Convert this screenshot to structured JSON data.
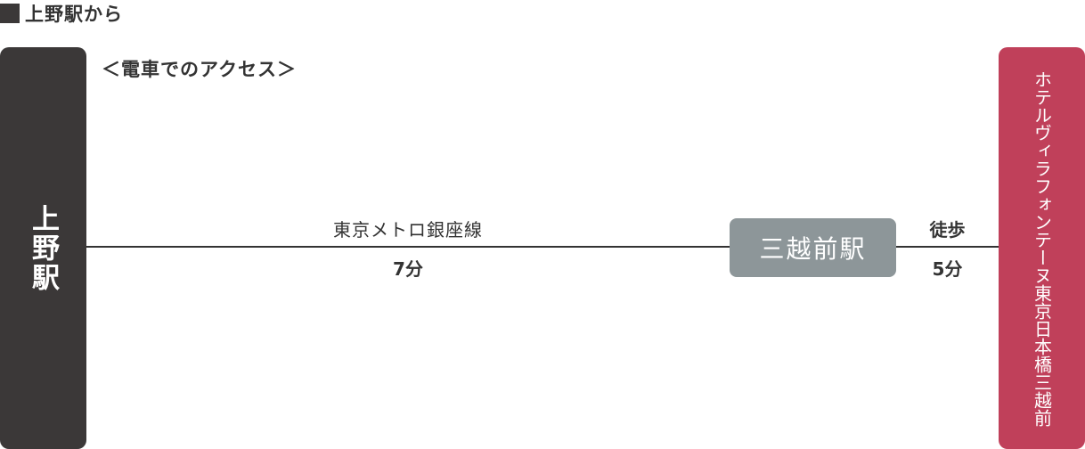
{
  "heading": {
    "text": "上野駅から"
  },
  "access_label": "＜電車でのアクセス＞",
  "origin": {
    "name": "上野駅"
  },
  "route": {
    "train_line": "東京メトロ銀座線",
    "train_time": "7分",
    "transfer_station": "三越前駅",
    "walk_mode": "徒歩",
    "walk_time": "5分"
  },
  "destination": {
    "name": "ホテルヴィラフォンテーヌ東京日本橋三越前"
  },
  "colors": {
    "origin_bg": "#3b3838",
    "station_bg": "#8d9699",
    "destination_bg": "#c0405a",
    "line": "#333333"
  }
}
